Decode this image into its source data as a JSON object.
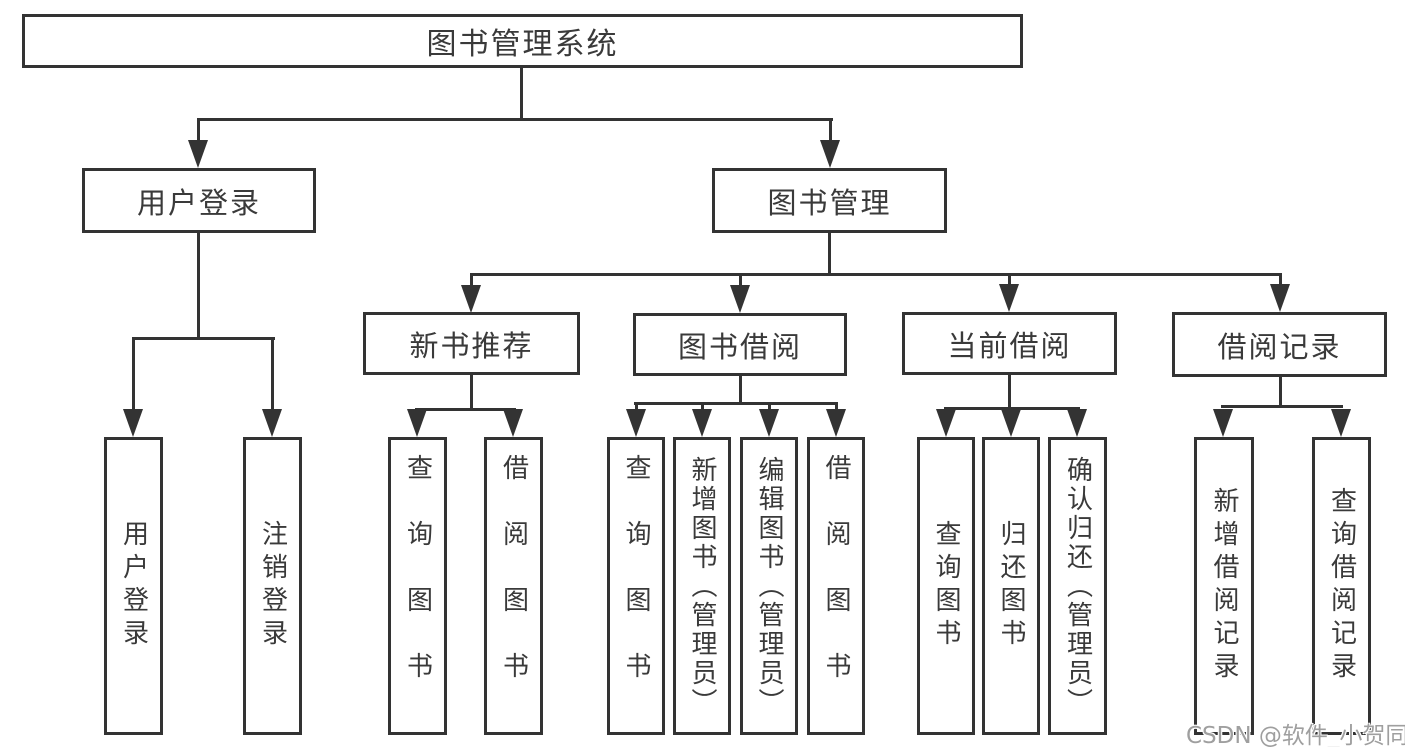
{
  "colors": {
    "line": "#333333",
    "node_border": "#333333",
    "node_text": "#3a3a3a",
    "background": "#ffffff",
    "watermark_text": "#9f9f9f"
  },
  "nodes": {
    "root": {
      "label": "图书管理系统"
    },
    "user_login": {
      "label": "用户登录"
    },
    "book_mgmt": {
      "label": "图书管理"
    },
    "new_book_rec": {
      "label": "新书推荐"
    },
    "book_borrow": {
      "label": "图书借阅"
    },
    "current_borrow": {
      "label": "当前借阅"
    },
    "borrow_records": {
      "label": "借阅记录"
    },
    "leaf_user_login": {
      "label": "用户登录"
    },
    "leaf_logout": {
      "label": "注销登录"
    },
    "leaf_newrec_query": {
      "label": "查询图书"
    },
    "leaf_newrec_borrow": {
      "label": "借阅图书"
    },
    "leaf_borrow_query": {
      "label": "查询图书"
    },
    "leaf_borrow_add": {
      "label": "新增图书（管理员）"
    },
    "leaf_borrow_edit": {
      "label": "编辑图书（管理员）"
    },
    "leaf_borrow_borrow": {
      "label": "借阅图书"
    },
    "leaf_current_query": {
      "label": "查询图书"
    },
    "leaf_current_return": {
      "label": "归还图书"
    },
    "leaf_current_confirm": {
      "label": "确认归还（管理员）"
    },
    "leaf_records_add": {
      "label": "新增借阅记录"
    },
    "leaf_records_query": {
      "label": "查询借阅记录"
    }
  },
  "watermark": {
    "text": "CSDN @软件_小贺同学"
  }
}
